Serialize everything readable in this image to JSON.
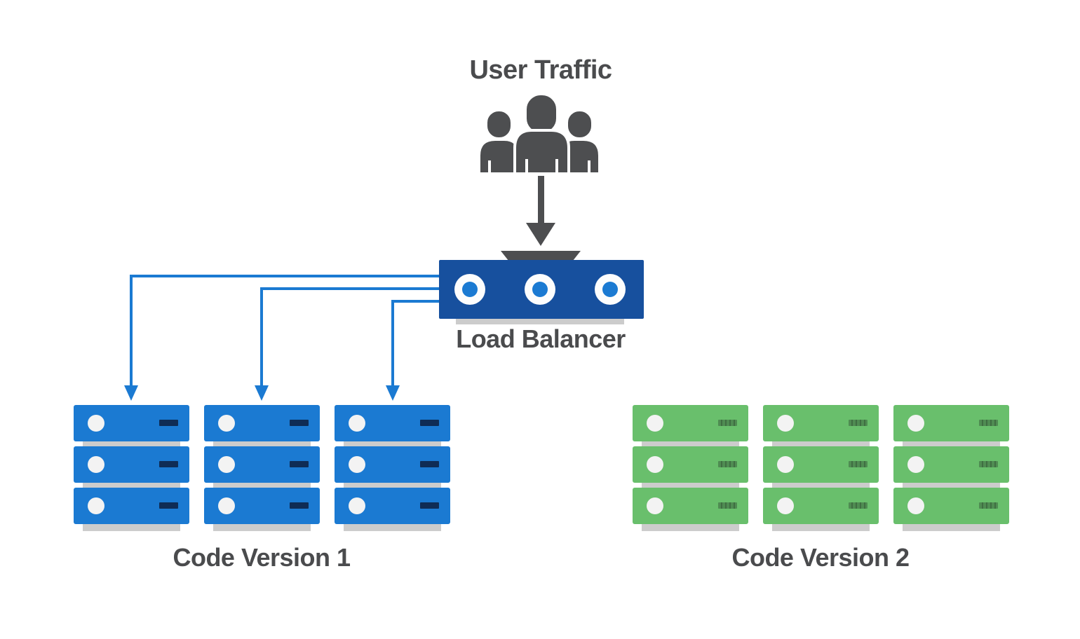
{
  "labels": {
    "user_traffic": "User Traffic",
    "load_balancer": "Load Balancer"
  },
  "load_balancer": {
    "label": "Load Balancer",
    "ports": 3
  },
  "clusters": [
    {
      "label": "Code Version 1",
      "server_color": "#1B7AD2",
      "dash_color": "#0F2C55",
      "stacks": 3,
      "units_per_stack": 3,
      "receives_traffic": true
    },
    {
      "label": "Code Version 2",
      "server_color": "#69BF6C",
      "dash_color": "#4F8C52",
      "dash_tick_color": "#3F6E42",
      "stacks": 3,
      "units_per_stack": 3,
      "receives_traffic": false
    }
  ],
  "connections": {
    "from": "Load Balancer",
    "to": "Code Version 1",
    "arrow_count": 3
  },
  "colors": {
    "background": "#FFFFFF",
    "text_gray": "#4A4B4D",
    "dark_gray": "#4D4E50",
    "navy": "#17509E",
    "server_blue": "#1B7AD2",
    "server_green": "#69BF6C",
    "arrow_blue": "#1B7AD2",
    "shadow_gray": "#CCCCCC",
    "led_white": "#F3F3F3"
  },
  "icons": {
    "user_group": "three-user-silhouettes",
    "traffic_arrow": "thick-down-arrow",
    "funnel": "trapezoid-inlet",
    "lb_port": "white-ring-blue-dot",
    "connector": "right-angle-blue-arrow",
    "server_led": "white-circle",
    "server_slot": "dark-dash"
  }
}
